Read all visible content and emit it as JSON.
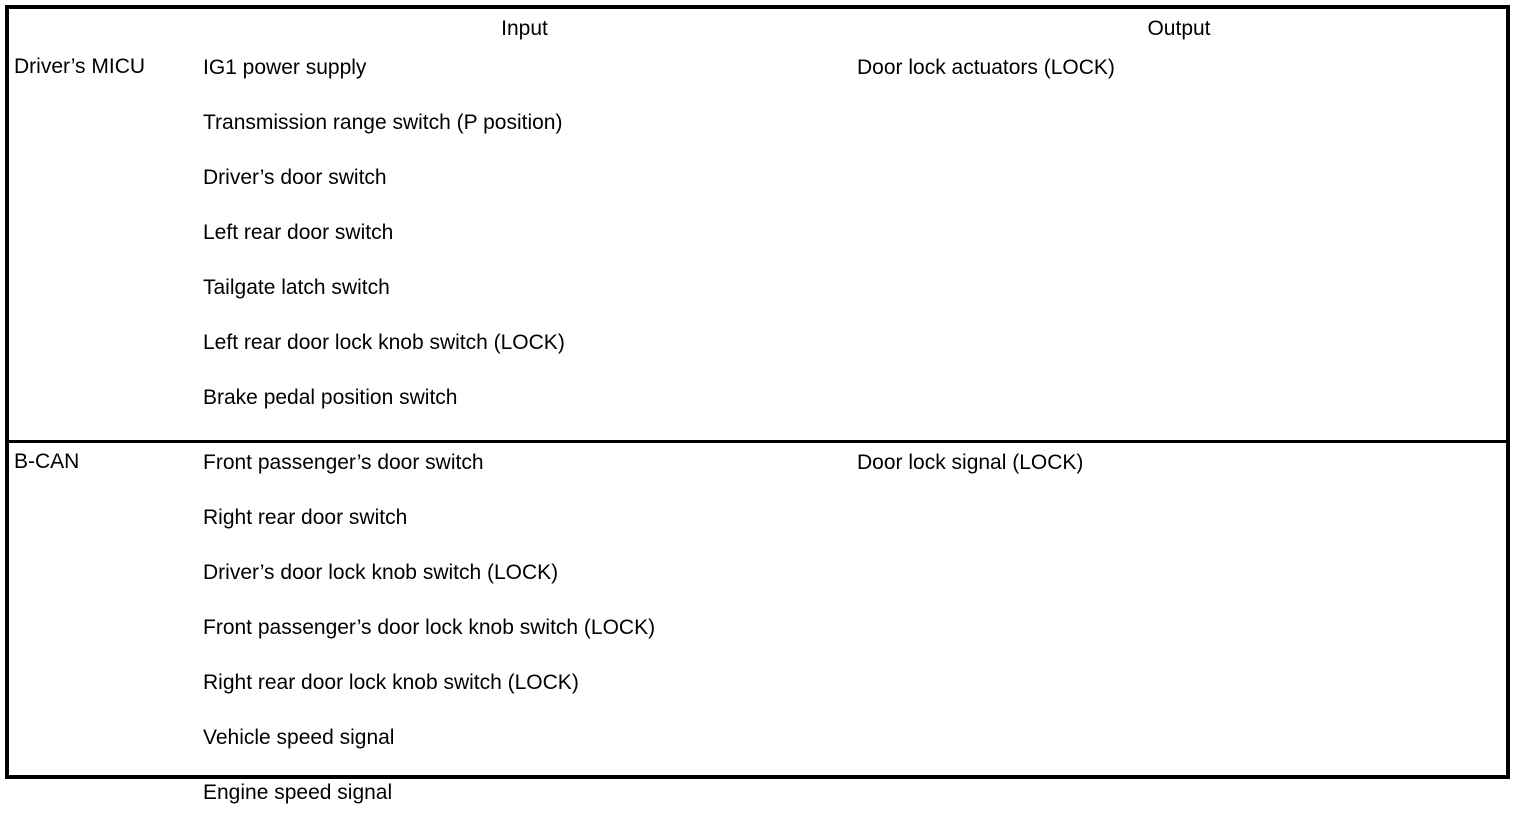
{
  "table": {
    "columns": [
      {
        "key": "system",
        "label": ""
      },
      {
        "key": "input",
        "label": "Input"
      },
      {
        "key": "output",
        "label": "Output"
      }
    ],
    "header": {
      "system_label": "",
      "input_label": "Input",
      "output_label": "Output"
    },
    "rows": [
      {
        "system": "Driver’s MICU",
        "inputs": [
          "IG1 power supply",
          "Transmission range switch (P position)",
          "Driver’s door switch",
          "Left rear door switch",
          "Tailgate latch switch",
          "Left rear door lock knob switch (LOCK)",
          "Brake pedal position switch"
        ],
        "outputs": [
          "Door lock actuators (LOCK)"
        ]
      },
      {
        "system": "B-CAN",
        "inputs": [
          "Front passenger’s door switch",
          "Right rear door switch",
          "Driver’s door lock knob switch (LOCK)",
          "Front passenger’s door lock knob switch (LOCK)",
          "Right rear door lock knob switch (LOCK)",
          "Vehicle speed signal",
          "Engine speed signal"
        ],
        "outputs": [
          "Door lock signal (LOCK)"
        ]
      }
    ]
  },
  "style": {
    "border_color": "#000000",
    "text_color": "#000000",
    "background_color": "#ffffff"
  }
}
